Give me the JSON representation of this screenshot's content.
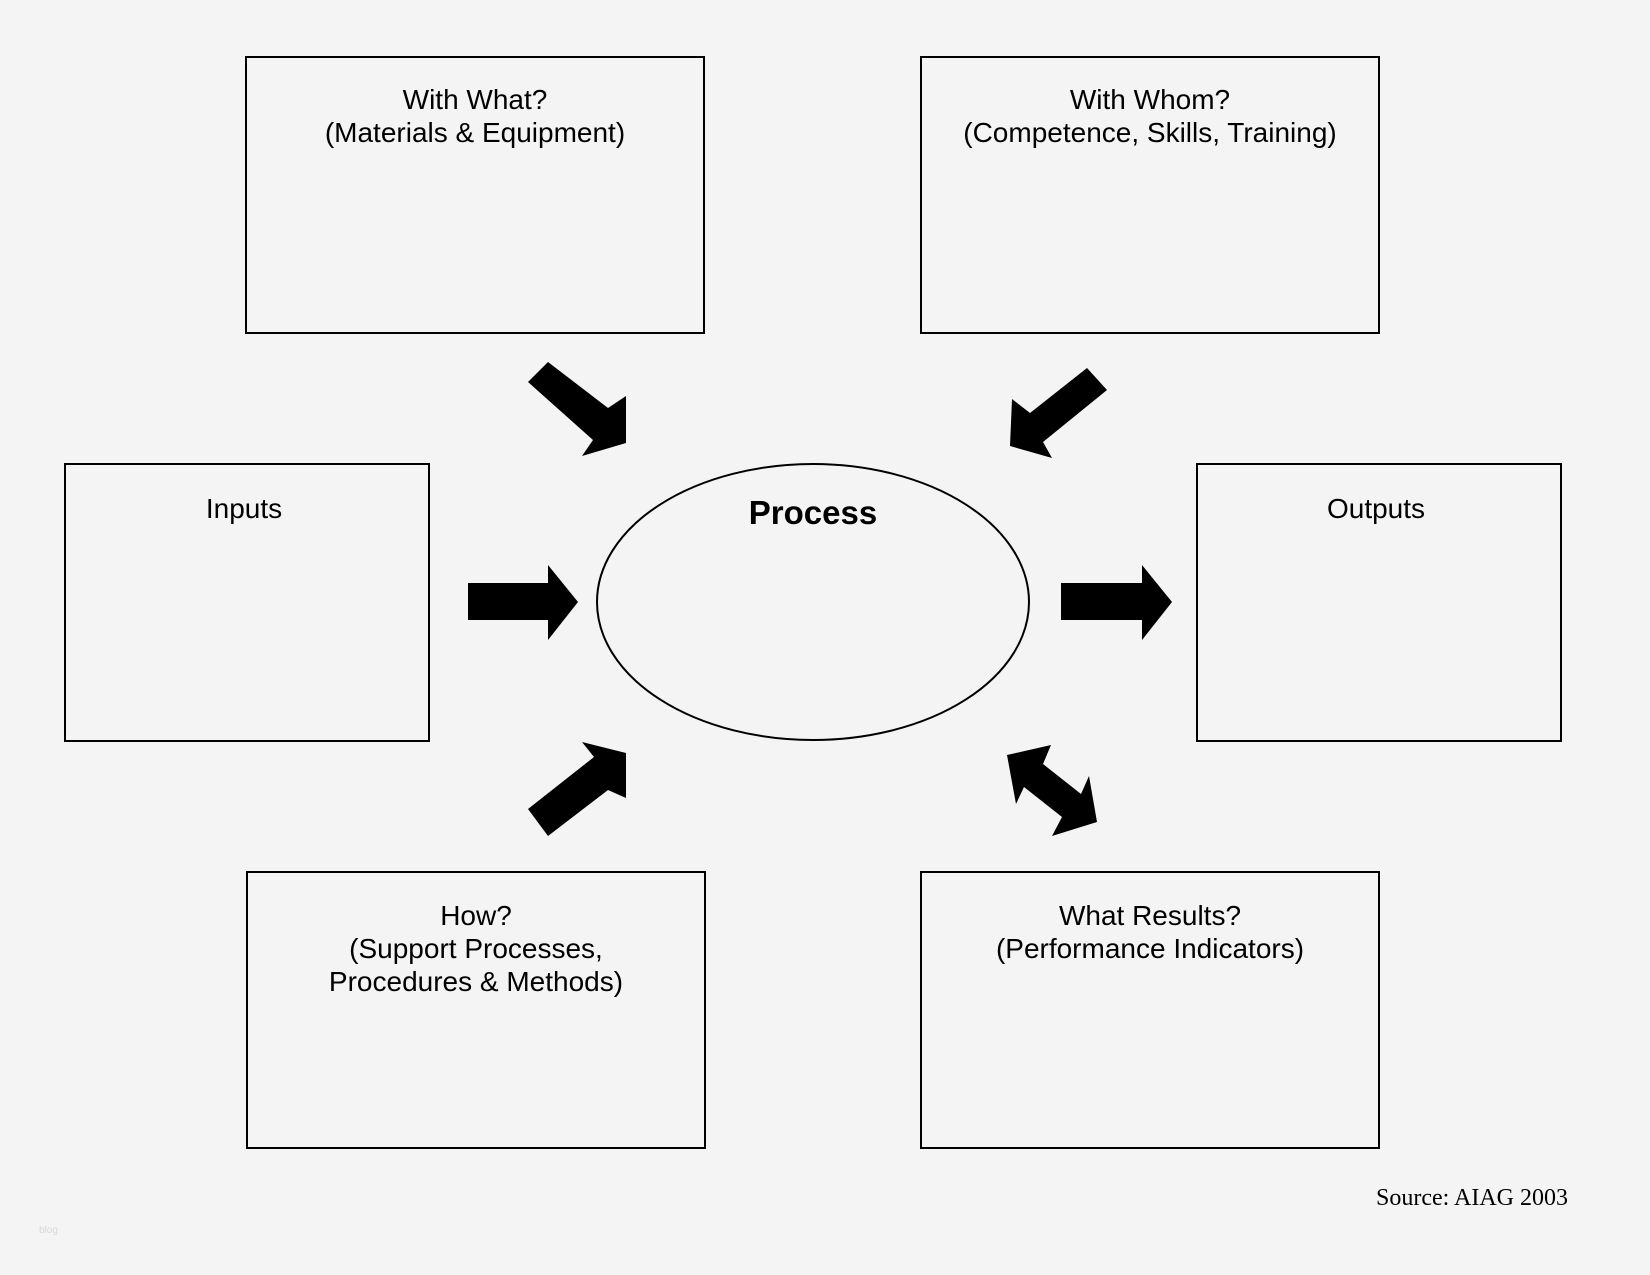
{
  "diagram": {
    "center": {
      "label": "Process"
    },
    "boxes": {
      "with_what": {
        "line1": "With What?",
        "line2": "(Materials & Equipment)"
      },
      "with_whom": {
        "line1": "With Whom?",
        "line2": "(Competence, Skills, Training)"
      },
      "inputs": {
        "line1": "Inputs"
      },
      "outputs": {
        "line1": "Outputs"
      },
      "how": {
        "line1": "How?",
        "line2": "(Support Processes,",
        "line3": "Procedures & Methods)"
      },
      "what_results": {
        "line1": "What Results?",
        "line2": "(Performance Indicators)"
      }
    },
    "arrows": [
      {
        "from": "With What?",
        "to": "Process",
        "direction": "one-way"
      },
      {
        "from": "With Whom?",
        "to": "Process",
        "direction": "one-way"
      },
      {
        "from": "Inputs",
        "to": "Process",
        "direction": "one-way"
      },
      {
        "from": "Process",
        "to": "Outputs",
        "direction": "one-way"
      },
      {
        "from": "How?",
        "to": "Process",
        "direction": "one-way"
      },
      {
        "from": "Process",
        "to": "What Results?",
        "direction": "two-way"
      }
    ],
    "source": "Source: AIAG 2003",
    "watermark": "blog"
  },
  "colors": {
    "background": "#f4f4f4",
    "stroke": "#000000"
  }
}
